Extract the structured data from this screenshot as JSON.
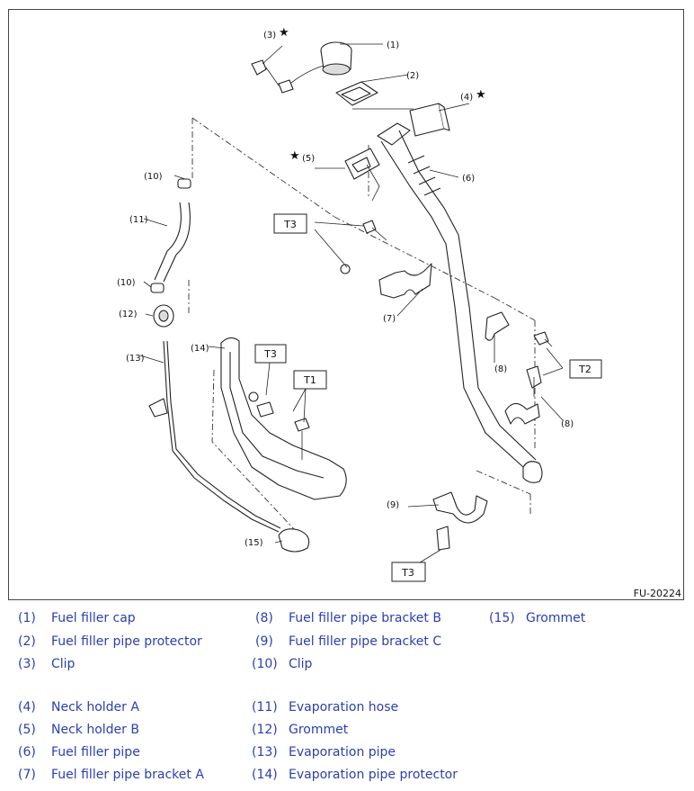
{
  "figure": {
    "id_label": "FU-20224",
    "callouts": [
      "(1)",
      "(2)",
      "(3)",
      "(4)",
      "(5)",
      "(6)",
      "(7)",
      "(8)",
      "(8)",
      "(9)",
      "(10)",
      "(10)",
      "(11)",
      "(12)",
      "(13)",
      "(14)",
      "(15)"
    ],
    "star": "★",
    "torque_boxes": [
      "T3",
      "T3",
      "T1",
      "T2",
      "T3"
    ]
  },
  "legend": {
    "items": [
      {
        "num": "(1)",
        "name": "Fuel filler cap"
      },
      {
        "num": "(2)",
        "name": "Fuel filler pipe protector"
      },
      {
        "num": "(3)",
        "name": "Clip"
      },
      {
        "num": "(4)",
        "name": "Neck holder A"
      },
      {
        "num": "(5)",
        "name": "Neck holder B"
      },
      {
        "num": "(6)",
        "name": "Fuel filler pipe"
      },
      {
        "num": "(7)",
        "name": "Fuel filler pipe bracket A"
      },
      {
        "num": "(8)",
        "name": "Fuel filler pipe bracket B"
      },
      {
        "num": "(9)",
        "name": "Fuel filler pipe bracket C"
      },
      {
        "num": "(10)",
        "name": "Clip"
      },
      {
        "num": "(11)",
        "name": "Evaporation hose"
      },
      {
        "num": "(12)",
        "name": "Grommet"
      },
      {
        "num": "(13)",
        "name": "Evaporation pipe"
      },
      {
        "num": "(14)",
        "name": "Evaporation pipe protector"
      },
      {
        "num": "(15)",
        "name": "Grommet"
      }
    ]
  },
  "colors": {
    "legend_text": "#2a3fb0",
    "line": "#222222"
  }
}
